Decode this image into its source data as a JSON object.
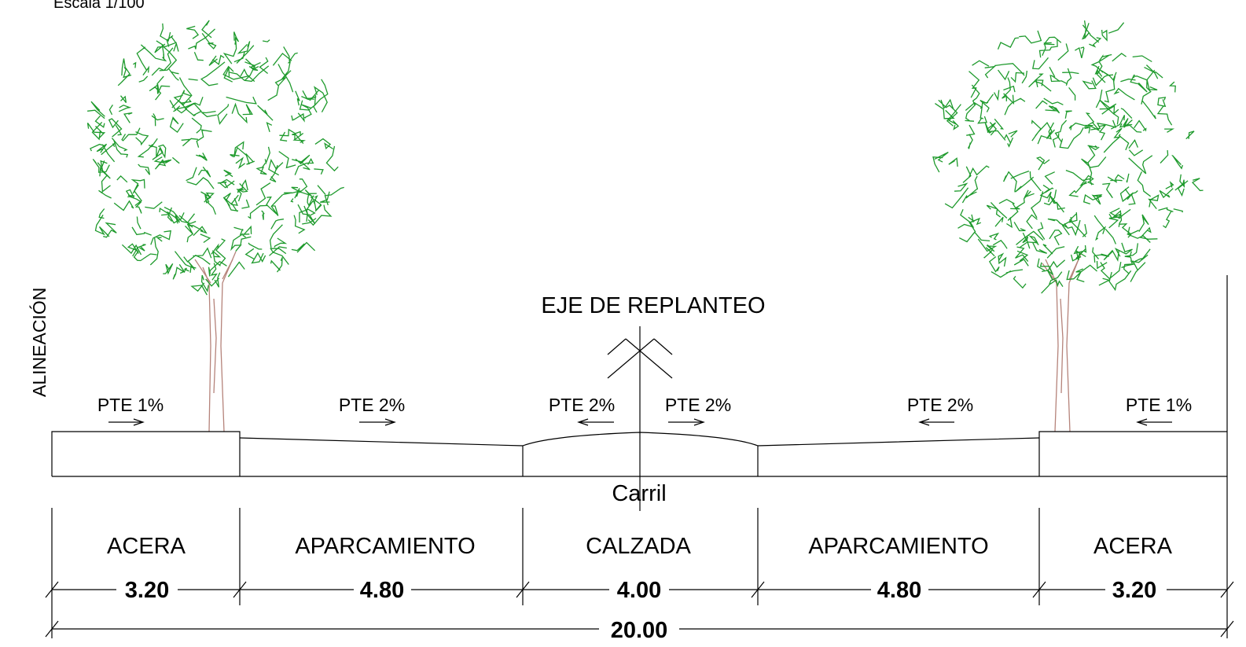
{
  "scale_note": "Escala 1/100",
  "alineacion": "ALINEACIÓN",
  "axis_title": "EJE DE REPLANTEO",
  "axis_sublabel": "Carril",
  "slopes": [
    {
      "label": "PTE 1%",
      "direction": "right"
    },
    {
      "label": "PTE 2%",
      "direction": "right"
    },
    {
      "label": "PTE 2%",
      "direction": "left"
    },
    {
      "label": "PTE 2%",
      "direction": "right"
    },
    {
      "label": "PTE 2%",
      "direction": "left"
    },
    {
      "label": "PTE 1%",
      "direction": "left"
    }
  ],
  "zones": [
    "ACERA",
    "APARCAMIENTO",
    "CALZADA",
    "APARCAMIENTO",
    "ACERA"
  ],
  "widths": [
    "3.20",
    "4.80",
    "4.00",
    "4.80",
    "3.20"
  ],
  "total_width": "20.00",
  "colors": {
    "foliage": "#1e9a2c",
    "trunk": "#b5837a",
    "lines": "#000000"
  }
}
